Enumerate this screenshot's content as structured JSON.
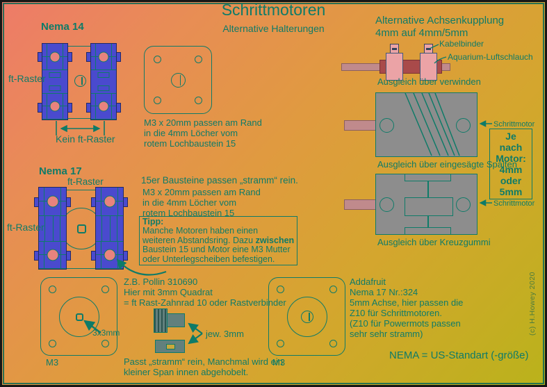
{
  "title": {
    "main": "Schrittmotoren",
    "subtitle": "Alternative Halterungen"
  },
  "copyright": "(c) H.Howey  2020",
  "nema14": {
    "title": "Nema 14",
    "ft_raster": "ft-Raster",
    "kein_ft_raster": "Kein ft-Raster",
    "plate_note": [
      "M3 x 20mm passen am Rand",
      "in die 4mm Löcher vom",
      "rotem Lochbaustein 15"
    ]
  },
  "nema17": {
    "title": "Nema 17",
    "ft_raster_top": "ft-Raster",
    "ft_raster_left": "ft-Raster",
    "note0": "15er Bausteine passen „stramm“ rein.",
    "notes": [
      "M3 x 20mm passen am Rand",
      "in die 4mm Löcher vom",
      "rotem Lochbaustein 15"
    ],
    "tipp": {
      "title": "Tipp:",
      "l1": "Manche Motoren haben einen",
      "l2a": "weiteren Abstandsring. Dazu ",
      "l2b": "zwischen",
      "l3": "Baustein 15 und Motor eine M3 Mutter",
      "l4": "oder Unterlegscheiben befestigen."
    }
  },
  "coupling": {
    "heading1": "Alternative Achsenkupplung",
    "heading2": "4mm auf 4mm/5mm",
    "kabelbinder": "Kabelbinder",
    "luftschlauch": "Aquarium-Luftschlauch",
    "caption_verwinden": "Ausgleich über verwinden",
    "caption_spalten": "Ausgleich über eingesägte Spalten",
    "caption_kreuzgummi": "Ausgleich über Kreuzgummi",
    "schrittmotor1": "Schrittmotor",
    "schrittmotor2": "Schrittmotor",
    "motor_box": [
      "Je nach",
      "Motor:",
      "4mm",
      "oder",
      "5mm"
    ]
  },
  "pollin": {
    "lines": [
      "Z.B. Pollin 310690",
      "Hier mit 3mm Quadrat",
      "= ft Rast-Zahnrad 10 oder Rastverbinder"
    ],
    "jew": "jew. 3mm",
    "fit1": "Passt „stramm“ rein, Manchmal wird ein",
    "fit2": "kleiner Span innen abgehobelt."
  },
  "plate3": {
    "dim": "3x3mm",
    "m3": "M3"
  },
  "plate4": {
    "m3": "M3"
  },
  "addafruit": {
    "lines": [
      "Addafruit",
      "Nema 17 Nr.:324",
      "5mm Achse, hier passen die",
      "Z10 für Schrittmotoren.",
      "(Z10 für Powermots passen",
      "sehr sehr stramm)"
    ]
  },
  "footer": {
    "nema_note": "NEMA = US-Standart (-größe)"
  },
  "colors": {
    "teal": "#0e7b68",
    "beam_blue": "#4a4ace",
    "hole_pink": "#e8837e",
    "coupler_gray": "#8d8d8d",
    "shaft_pink": "#c08a8c",
    "tube_red": "#a94a4a",
    "binder_pink": "#eba3a6"
  }
}
